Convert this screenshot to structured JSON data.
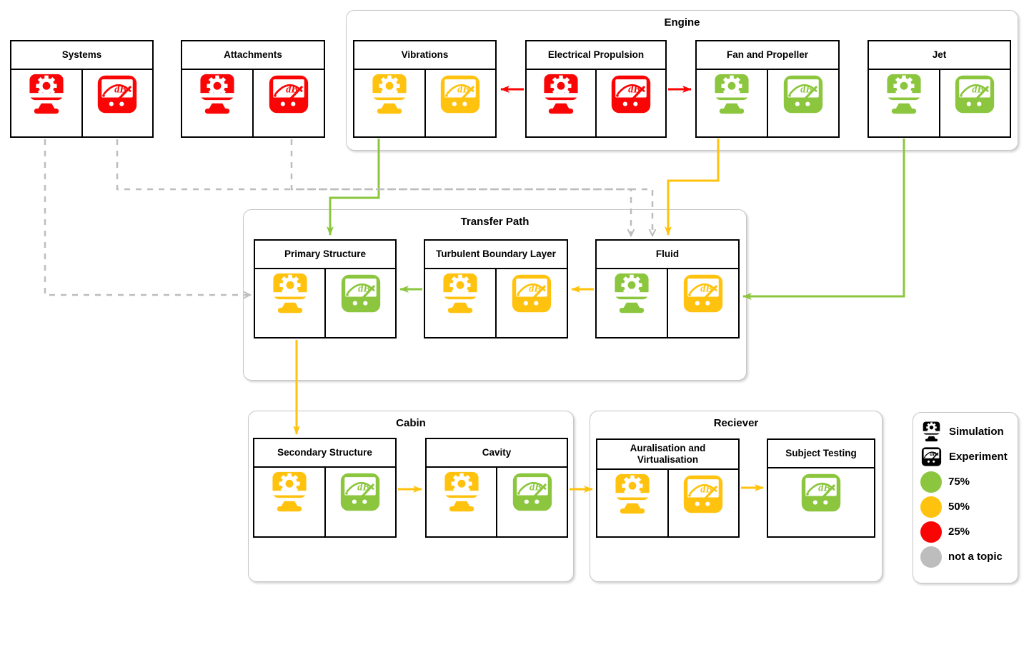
{
  "palette": {
    "green": "#8CC63F",
    "yellow": "#FFC20E",
    "red": "#FA0505",
    "gray": "#BDBDBD",
    "box_border": "#000000",
    "group_border": "#C6C6C6"
  },
  "groups": {
    "engine": {
      "title": "Engine"
    },
    "transfer_path": {
      "title": "Transfer Path"
    },
    "cabin": {
      "title": "Cabin"
    },
    "receiver": {
      "title": "Reciever"
    }
  },
  "nodes": {
    "systems": {
      "label": "Systems",
      "sim": "red",
      "exp": "red"
    },
    "attachments": {
      "label": "Attachments",
      "sim": "red",
      "exp": "red"
    },
    "vibrations": {
      "label": "Vibrations",
      "sim": "yellow",
      "exp": "yellow"
    },
    "electrical_propulsion": {
      "label": "Electrical Propulsion",
      "sim": "red",
      "exp": "red"
    },
    "fan_and_propeller": {
      "label": "Fan and Propeller",
      "sim": "green",
      "exp": "green"
    },
    "jet": {
      "label": "Jet",
      "sim": "green",
      "exp": "green"
    },
    "primary_structure": {
      "label": "Primary Structure",
      "sim": "yellow",
      "exp": "green"
    },
    "turbulent_boundary_layer": {
      "label": "Turbulent Boundary Layer",
      "sim": "yellow",
      "exp": "yellow"
    },
    "fluid": {
      "label": "Fluid",
      "sim": "green",
      "exp": "yellow"
    },
    "secondary_structure": {
      "label": "Secondary Structure",
      "sim": "yellow",
      "exp": "green"
    },
    "cavity": {
      "label": "Cavity",
      "sim": "yellow",
      "exp": "green"
    },
    "auralisation": {
      "label": "Auralisation and Virtualisation",
      "sim": "yellow",
      "exp": "yellow"
    },
    "subject_testing": {
      "label": "Subject Testing",
      "sim": null,
      "exp": "green"
    }
  },
  "connections": [
    {
      "id": "ep-to-vibrations",
      "from": "electrical_propulsion",
      "to": "vibrations",
      "color": "red",
      "dashed": false
    },
    {
      "id": "ep-to-fan",
      "from": "electrical_propulsion",
      "to": "fan_and_propeller",
      "color": "red",
      "dashed": false
    },
    {
      "id": "vibrations-to-primary",
      "from": "vibrations",
      "to": "primary_structure",
      "color": "green",
      "dashed": false
    },
    {
      "id": "fan-to-fluid",
      "from": "fan_and_propeller",
      "to": "fluid",
      "color": "yellow",
      "dashed": false
    },
    {
      "id": "jet-to-fluid",
      "from": "jet",
      "to": "fluid",
      "color": "green",
      "dashed": false
    },
    {
      "id": "tbl-to-primary",
      "from": "turbulent_boundary_layer",
      "to": "primary_structure",
      "color": "green",
      "dashed": false
    },
    {
      "id": "fluid-to-tbl",
      "from": "fluid",
      "to": "turbulent_boundary_layer",
      "color": "yellow",
      "dashed": false
    },
    {
      "id": "systems-sim-to-primary",
      "from": "systems",
      "to": "primary_structure",
      "color": "gray",
      "dashed": true
    },
    {
      "id": "systems-exp-to-fluid",
      "from": "systems",
      "to": "fluid",
      "color": "gray",
      "dashed": true
    },
    {
      "id": "attachments-exp-to-fluid",
      "from": "attachments",
      "to": "fluid",
      "color": "gray",
      "dashed": true
    },
    {
      "id": "primary-to-secondary",
      "from": "primary_structure",
      "to": "secondary_structure",
      "color": "yellow",
      "dashed": false
    },
    {
      "id": "secondary-to-cavity",
      "from": "secondary_structure",
      "to": "cavity",
      "color": "yellow",
      "dashed": false
    },
    {
      "id": "cavity-to-auralisation",
      "from": "cavity",
      "to": "auralisation",
      "color": "yellow",
      "dashed": false
    },
    {
      "id": "auralisation-to-subject",
      "from": "auralisation",
      "to": "subject_testing",
      "color": "yellow",
      "dashed": false
    }
  ],
  "legend": {
    "rows": [
      {
        "icon": "sim",
        "label": "Simulation"
      },
      {
        "icon": "exp",
        "label": "Experiment"
      },
      {
        "swatch": "green",
        "label": "75%"
      },
      {
        "swatch": "yellow",
        "label": "50%"
      },
      {
        "swatch": "red",
        "label": "25%"
      },
      {
        "swatch": "gray",
        "label": "not a topic"
      }
    ]
  }
}
